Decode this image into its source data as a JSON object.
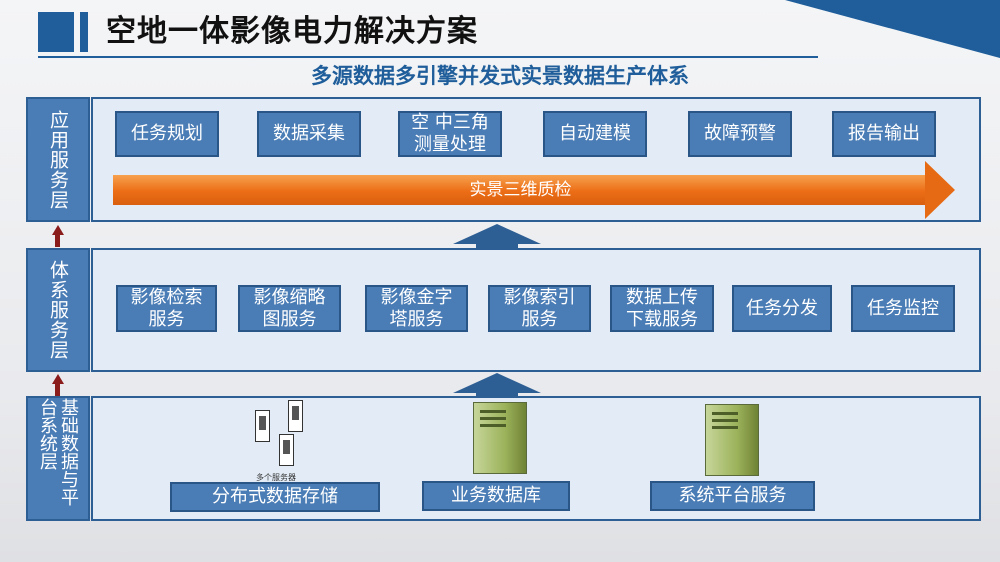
{
  "header": {
    "title": "空地一体影像电力解决方案",
    "subtitle": "多源数据多引擎并发式实景数据生产体系"
  },
  "layers": {
    "app": {
      "label": "应用服务层",
      "modules": [
        "任务规划",
        "数据采集",
        "空 中三角\n测量处理",
        "自动建模",
        "故障预警",
        "报告输出"
      ],
      "arrow_label": "实景三维质检"
    },
    "system": {
      "label": "体系服务层",
      "modules": [
        "影像检索\n服务",
        "影像缩略\n图服务",
        "影像金字\n塔服务",
        "影像索引\n服务",
        "数据上传\n下载服务",
        "任务分发",
        "任务监控"
      ]
    },
    "base": {
      "label": "基础数据与平台系统层",
      "modules": [
        "分布式数据存储",
        "业务数据库",
        "系统平台服务"
      ],
      "server_caption": "多个服务器"
    }
  },
  "colors": {
    "accent": "#1f5e9a",
    "module_fill": "#4a7cb5",
    "layer_fill": "#e3ecf6",
    "arrow_orange": "#ec6d16",
    "small_arrow": "#8b1c1c"
  }
}
